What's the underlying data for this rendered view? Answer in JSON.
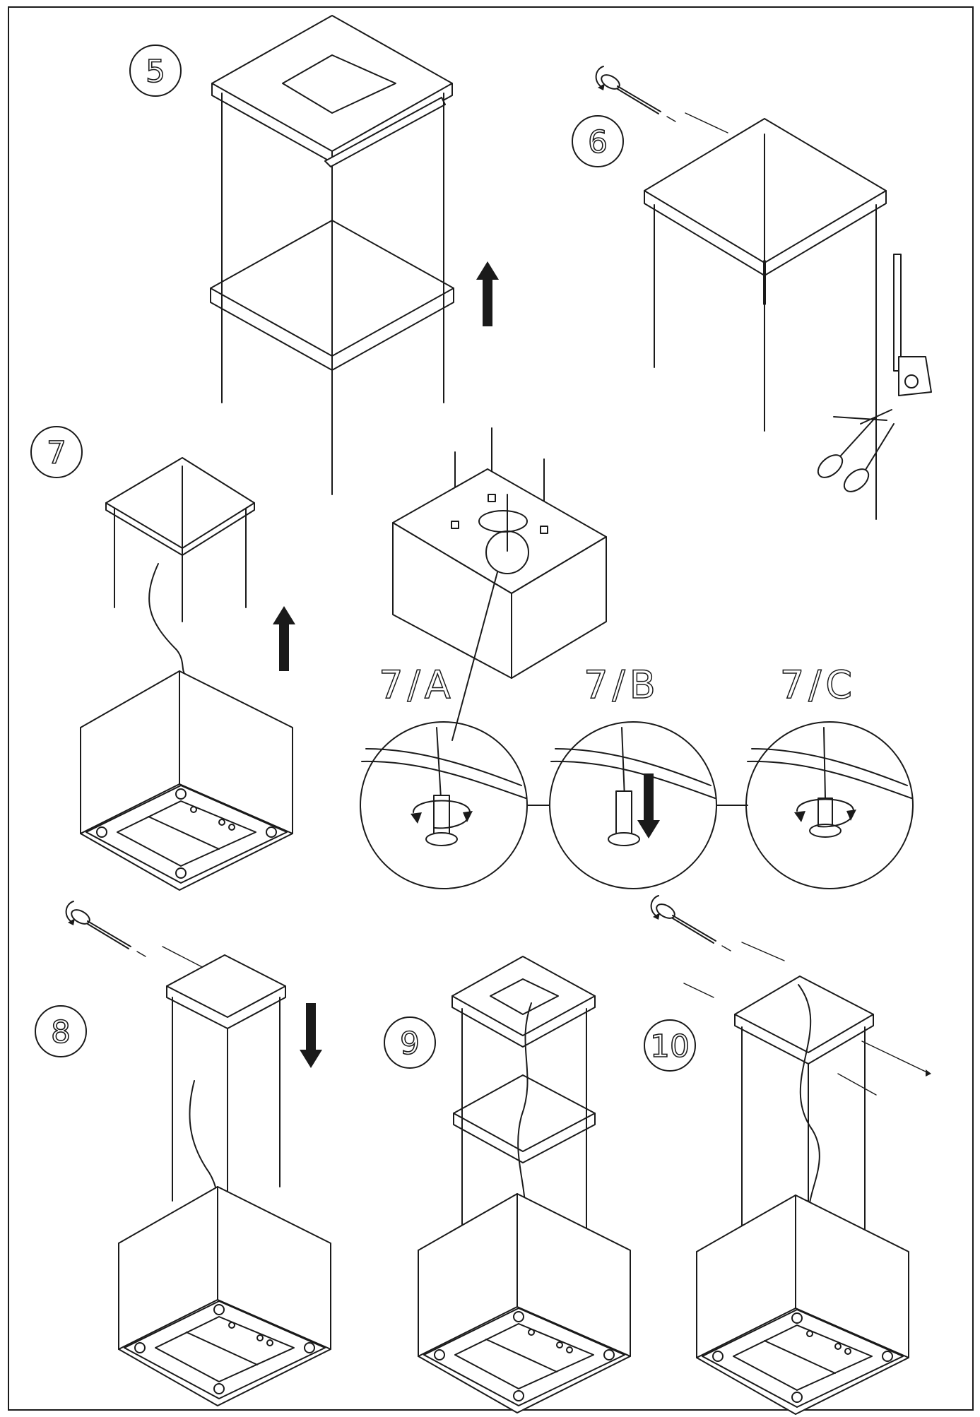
{
  "diagram": {
    "steps": [
      {
        "id": "step-5",
        "label": "5"
      },
      {
        "id": "step-6",
        "label": "6"
      },
      {
        "id": "step-7",
        "label": "7"
      },
      {
        "id": "step-8",
        "label": "8"
      },
      {
        "id": "step-9",
        "label": "9"
      },
      {
        "id": "step-10",
        "label": "10"
      }
    ],
    "details": [
      {
        "id": "detail-7a",
        "label": "7/A"
      },
      {
        "id": "detail-7b",
        "label": "7/B"
      },
      {
        "id": "detail-7c",
        "label": "7/C"
      }
    ],
    "icons": [
      "screwdriver-icon",
      "tape-measure-icon",
      "scissors-icon",
      "arrow-up-icon",
      "arrow-down-icon",
      "rotate-icon"
    ],
    "colors": {
      "ink": "#1a1a1a",
      "paper": "#ffffff"
    }
  }
}
